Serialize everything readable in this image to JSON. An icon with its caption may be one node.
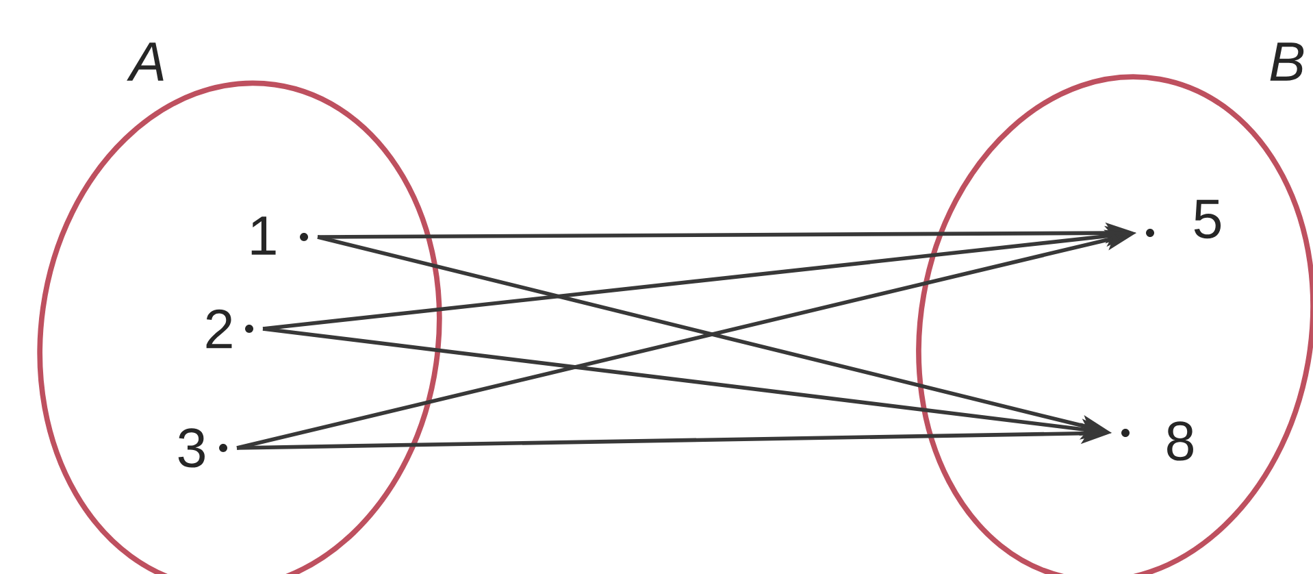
{
  "diagram": {
    "nodes": [
      {
        "text": [
          "A"
        ]
      },
      {
        "text": [
          "1"
        ],
        "in": 0
      },
      {
        "text": [
          "2"
        ],
        "in": 0
      },
      {
        "text": [
          "3"
        ],
        "in": 0
      },
      {
        "text": [
          "B"
        ]
      },
      {
        "text": [
          "5"
        ],
        "in": 4
      },
      {
        "text": [
          "8"
        ],
        "in": 4
      }
    ],
    "edges": [
      {
        "from": 1,
        "to": 5,
        "arrow": "to"
      },
      {
        "from": 1,
        "to": 6,
        "arrow": "to"
      },
      {
        "from": 2,
        "to": 5,
        "arrow": "to"
      },
      {
        "from": 2,
        "to": 6,
        "arrow": "to"
      },
      {
        "from": 3,
        "to": 5,
        "arrow": "to"
      },
      {
        "from": 3,
        "to": 6,
        "arrow": "to"
      }
    ]
  }
}
